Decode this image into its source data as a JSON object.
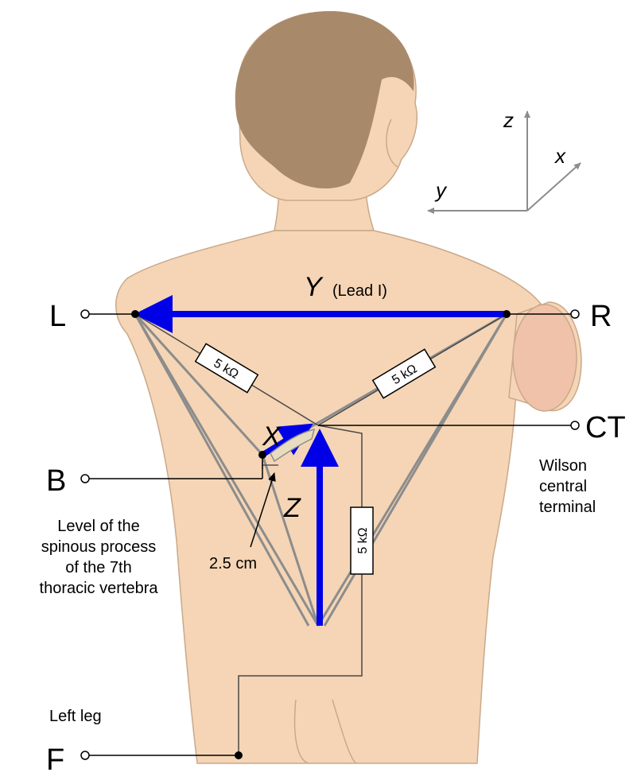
{
  "electrodes": {
    "left": "L",
    "right": "R",
    "back": "B",
    "foot": "F",
    "central_terminal": "CT"
  },
  "vectors": {
    "y": "Y",
    "y_note": "(Lead I)",
    "x": "X",
    "z": "Z"
  },
  "axes": {
    "z": "z",
    "x": "x",
    "y": "y"
  },
  "resistors": {
    "left": "5 kΩ",
    "right": "5 kΩ",
    "lower": "5 kΩ"
  },
  "annotations": {
    "wilson": [
      "Wilson",
      "central",
      "terminal"
    ],
    "level": [
      "Level of the",
      "spinous process",
      "of the 7th",
      "thoracic vertebra"
    ],
    "distance": "2.5 cm",
    "left_leg": "Left leg"
  },
  "colors": {
    "skin": "#f5d5b5",
    "hair": "#a88a6a",
    "vector": "#0000e6",
    "wire": "#8c8c8c"
  }
}
